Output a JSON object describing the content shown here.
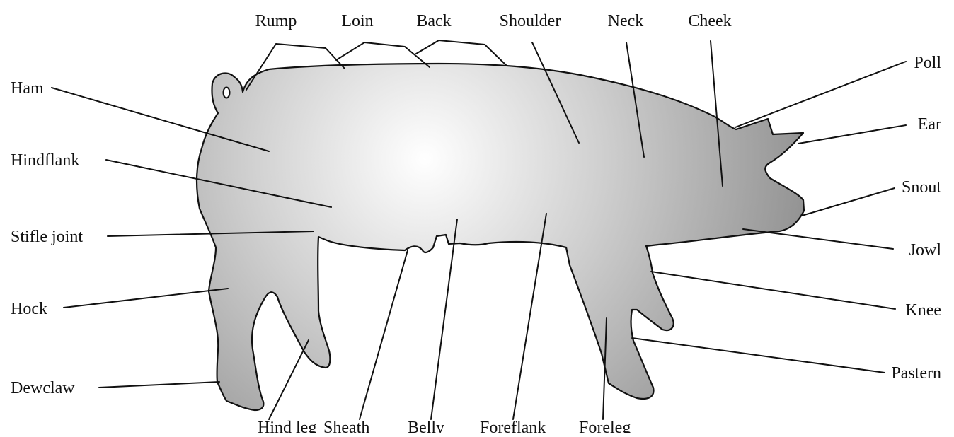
{
  "diagram": {
    "labels": {
      "rump": "Rump",
      "loin": "Loin",
      "back": "Back",
      "shoulder": "Shoulder",
      "neck": "Neck",
      "cheek": "Cheek",
      "poll": "Poll",
      "ear": "Ear",
      "snout": "Snout",
      "jowl": "Jowl",
      "knee": "Knee",
      "pastern": "Pastern",
      "ham": "Ham",
      "hindflank": "Hindflank",
      "stifle_joint": "Stifle joint",
      "hock": "Hock",
      "dewclaw": "Dewclaw",
      "hind_leg": "Hind leg",
      "sheath": "Sheath",
      "belly": "Belly",
      "foreflank": "Foreflank",
      "foreleg": "Foreleg"
    },
    "colors": {
      "body_highlight": "#ffffff",
      "body_mid": "#cfcfcf",
      "body_shadow": "#8f8f8f",
      "outline": "#111111"
    }
  }
}
